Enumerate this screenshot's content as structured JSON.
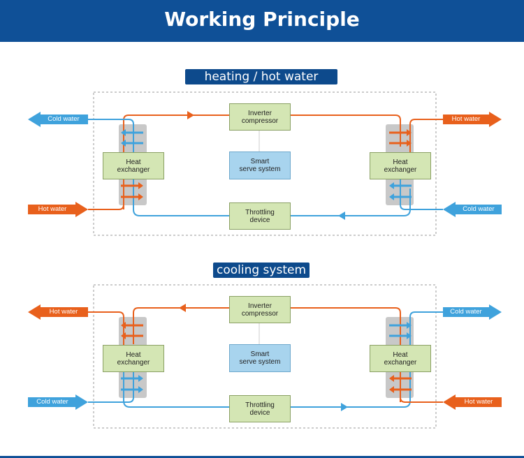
{
  "title": "Working Principle",
  "sections": [
    {
      "title": "heating / hot water system",
      "compressor": "Inverter\ncompressor",
      "serve": "Smart\nserve system",
      "throttle": "Throttling\ndevice",
      "hx_left": "Heat\nexchanger",
      "hx_right": "Heat\nexchanger",
      "left_top_label": "Cold water",
      "left_bottom_label": "Hot water",
      "right_top_label": "Hot water",
      "right_bottom_label": "Cold water"
    },
    {
      "title": "cooling system",
      "compressor": "Inverter\ncompressor",
      "serve": "Smart\nserve system",
      "throttle": "Throttling\ndevice",
      "hx_left": "Heat\nexchanger",
      "hx_right": "Heat\nexchanger",
      "left_top_label": "Hot water",
      "left_bottom_label": "Cold water",
      "right_top_label": "Cold water",
      "right_bottom_label": "Hot water"
    }
  ],
  "colors": {
    "header": "#0f5097",
    "orange": "#e8601c",
    "blue": "#3fa2dc",
    "box_green": "#d4e6b4",
    "box_blue": "#a8d4ee",
    "exchanger_gray": "#c8c8c8"
  }
}
